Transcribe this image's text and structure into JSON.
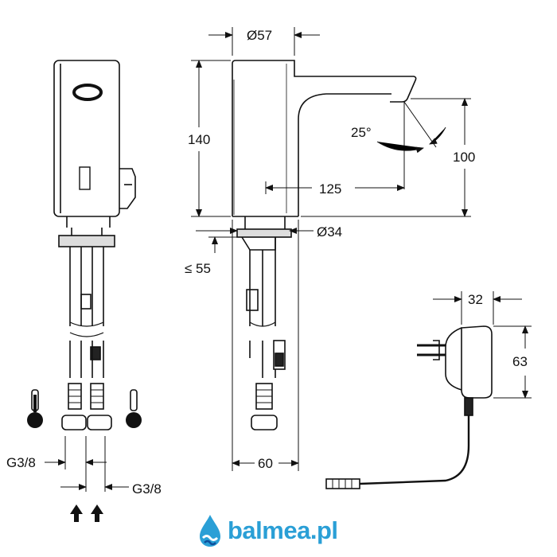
{
  "dimensions": {
    "d57": "Ø57",
    "h140": "140",
    "h100": "100",
    "angle": "25°",
    "reach": "125",
    "d34": "Ø34",
    "max55": "≤ 55",
    "w60": "60",
    "g38_left": "G3/8",
    "g38_right": "G3/8",
    "w32": "32",
    "h63": "63"
  },
  "icons": {
    "hot": "thermometer-hot-icon",
    "cold": "thermometer-cold-icon",
    "flow": "arrow-up-icon",
    "logo": "water-drop-logo-icon"
  },
  "brand": {
    "name": "balmea.pl",
    "color": "#2a9fd6",
    "accent": "#0d4f9c"
  }
}
